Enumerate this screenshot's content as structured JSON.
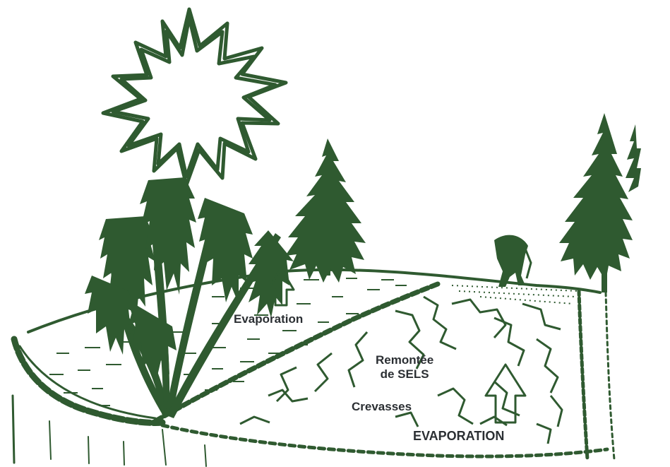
{
  "colors": {
    "ink": "#2f5a30",
    "label": "#2b2f33",
    "background": "#ffffff"
  },
  "labels": {
    "evaporation_field": "Evaporation",
    "remontee_line1": "Remontée",
    "remontee_line2": "de SELS",
    "crevasses": "Crevasses",
    "evaporation_soil": "EVAPORATION"
  },
  "icons": [
    "sun-icon",
    "plant-icon",
    "tree-icon",
    "farmer-icon",
    "arrow-up-icon"
  ]
}
